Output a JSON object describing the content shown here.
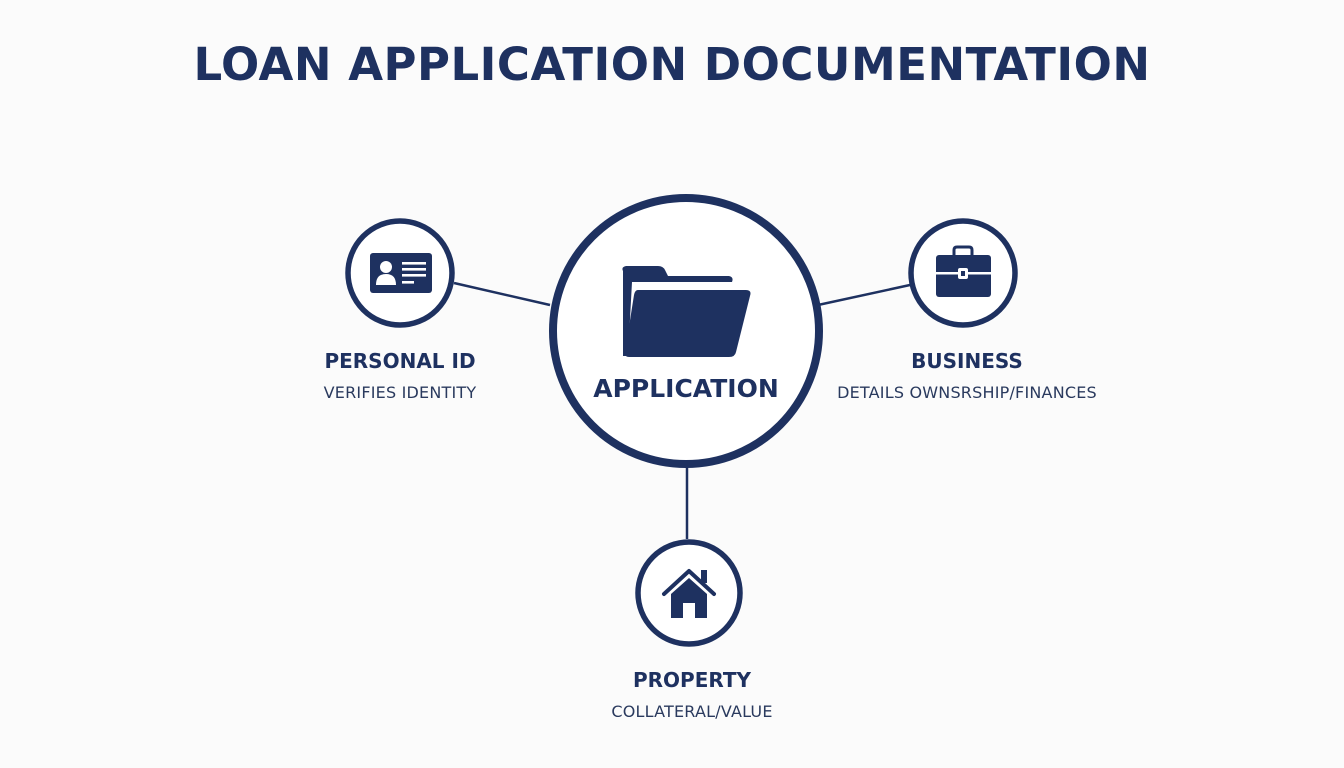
{
  "title": "LOAN APPLICATION DOCUMENTATION",
  "colors": {
    "primary": "#1e3160",
    "background": "#fbfbfb",
    "text_secondary": "#2a3a5e"
  },
  "center_node": {
    "label": "APPLICATION",
    "icon": "folder-icon"
  },
  "nodes": [
    {
      "id": "personal-id",
      "title": "PERSONAL ID",
      "description": "VERIFIES IDENTITY",
      "icon": "id-card-icon"
    },
    {
      "id": "business",
      "title": "BUSINESS",
      "description": "DETAILS OWNSRSHIP/FINANCES",
      "icon": "briefcase-icon"
    },
    {
      "id": "property",
      "title": "PROPERTY",
      "description": "COLLATERAL/VALUE",
      "icon": "house-icon"
    }
  ]
}
